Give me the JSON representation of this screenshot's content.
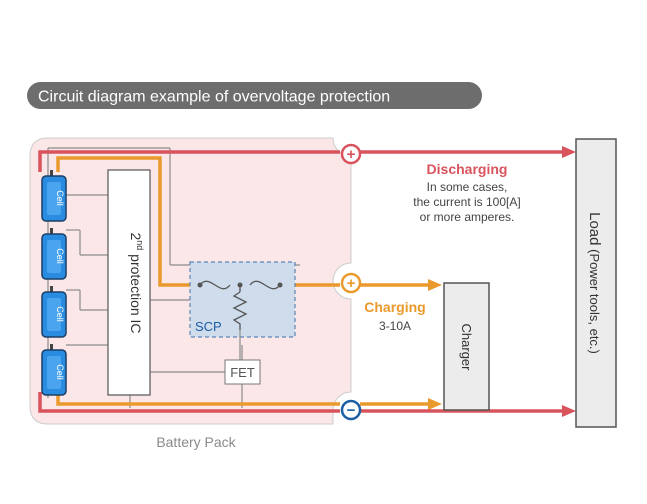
{
  "title": "Circuit diagram example of overvoltage protection",
  "battery_pack_label": "Battery Pack",
  "cells": [
    "Cell",
    "Cell",
    "Cell",
    "Cell"
  ],
  "ic": {
    "label_base": "2",
    "label_sup": "nd",
    "label_rest": " protection IC"
  },
  "scp_label": "SCP",
  "fet_label": "FET",
  "terminals": {
    "positive_top": "+",
    "positive_mid": "+",
    "negative": "−"
  },
  "discharging": {
    "title": "Discharging",
    "lines": [
      "In some cases,",
      "the current is 100[A]",
      "or more amperes."
    ]
  },
  "charging": {
    "title": "Charging",
    "range": "3-10A"
  },
  "charger_label": "Charger",
  "load": {
    "main": "Load",
    "sub": " (Power tools, etc.)"
  },
  "colors": {
    "title_pill": "#6d6d6d",
    "pack_fill": "#fbe7e7",
    "discharge": "#d9535d",
    "charge": "#ea9a2c",
    "negative_terminal": "#1b5ea3",
    "cell_blue": "#2a8ce0",
    "scp_fill": "#cfdcec",
    "scp_stroke": "#5b84b8",
    "wire": "#8c8c8c",
    "box_stroke": "#555555"
  }
}
